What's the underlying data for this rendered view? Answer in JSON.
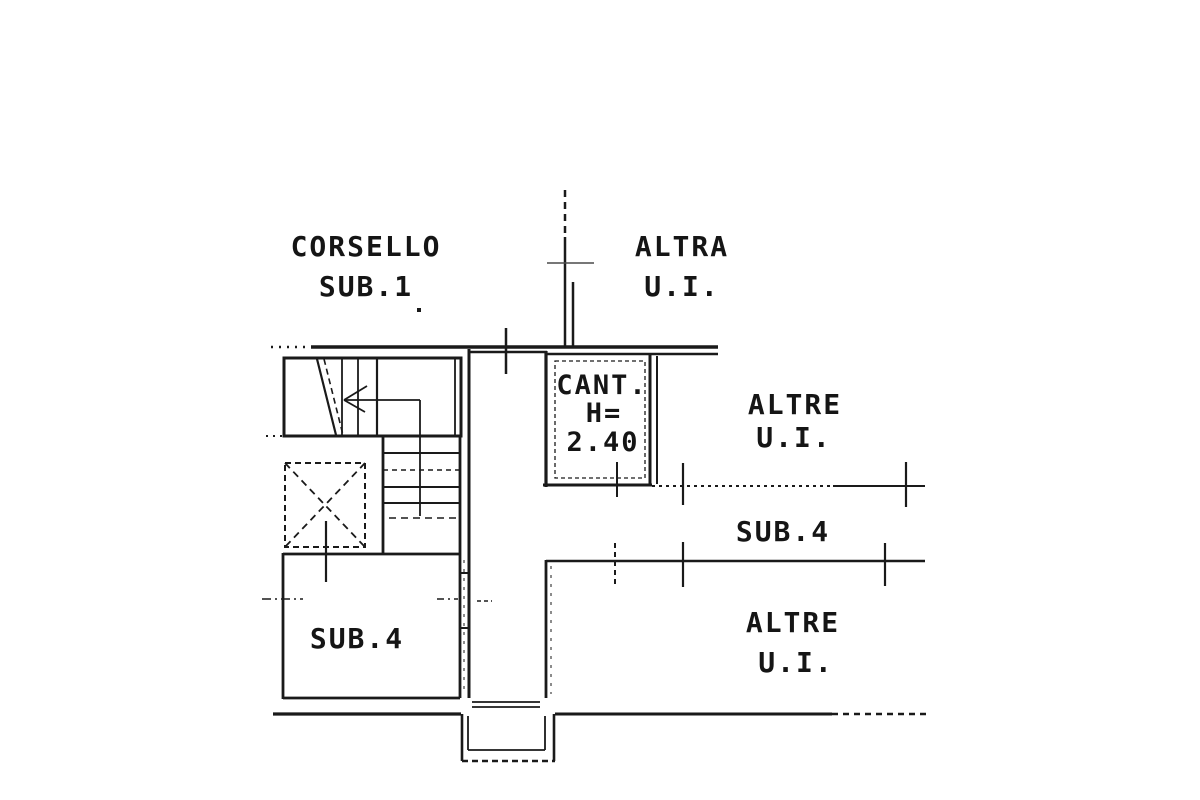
{
  "colors": {
    "ink": "#1a1a1a",
    "faint_tick": "#4a4a4a",
    "background": "#ffffff"
  },
  "areas": {
    "corsello": {
      "line1": "CORSELLO",
      "line2": "SUB.1"
    },
    "altra_ui_top": {
      "line1": "ALTRA",
      "line2": "U.I."
    },
    "cantina": {
      "line1": "CANT.",
      "line2": "H=",
      "line3": "2.40"
    },
    "altre_ui_upper": {
      "line1": "ALTRE",
      "line2": "U.I."
    },
    "sub4_strip": {
      "line1": "SUB.4"
    },
    "altre_ui_lower": {
      "line1": "ALTRE",
      "line2": "U.I."
    },
    "sub4_room": {
      "line1": "SUB.4"
    }
  }
}
